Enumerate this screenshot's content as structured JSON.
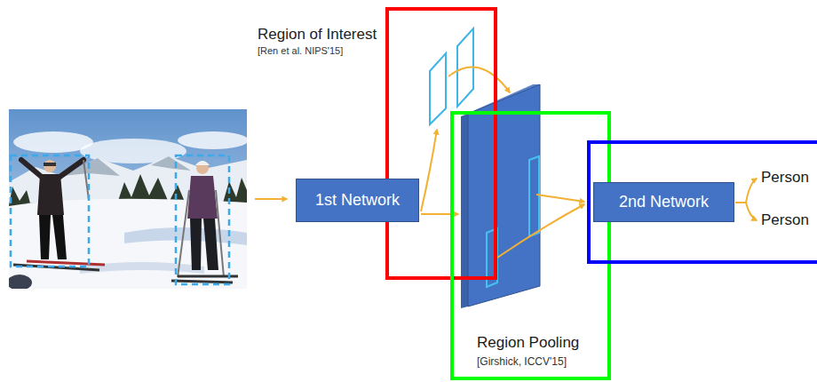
{
  "diagram": {
    "nodes": [
      {
        "text": [
          "1st Network"
        ]
      },
      {
        "text": [
          "Region Pooling",
          "[Girshick, ICCV'15]"
        ]
      },
      {
        "text": [
          "Person",
          "Person"
        ]
      },
      {
        "text": [
          "2nd Network"
        ],
        "in": 2
      }
    ],
    "labels": [
      "Region of Interest",
      "[Ren et al. NIPS'15]"
    ]
  }
}
